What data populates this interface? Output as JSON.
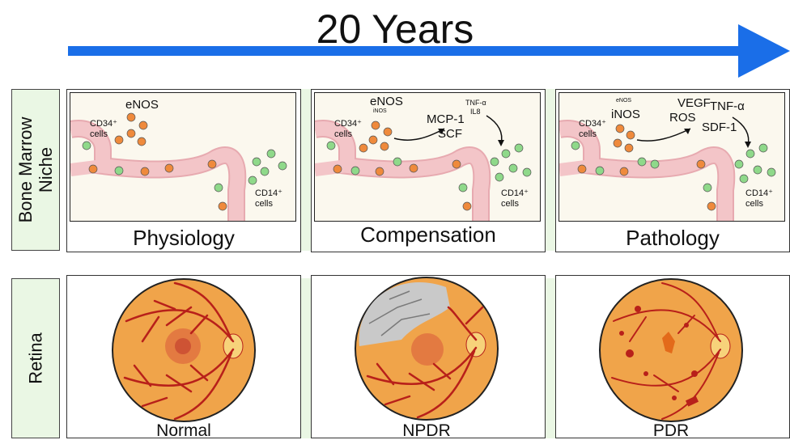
{
  "header": {
    "title": "20 Years"
  },
  "sidebar": {
    "top_label": "Bone Marrow\nNiche",
    "bottom_label": "Retina"
  },
  "labels": {
    "cd34": "CD34⁺\ncells",
    "cd14": "CD14⁺\ncells",
    "enos": "eNOS",
    "inos": "iNOS",
    "mcp1": "MCP-1",
    "scf": "SCF",
    "tnfa": "TNF-α",
    "il8": "IL8",
    "vegf": "VEGF",
    "ros": "ROS",
    "sdf1": "SDF-1"
  },
  "stages": [
    {
      "name": "Physiology",
      "retina": "Normal"
    },
    {
      "name": "Compensation",
      "retina": "NPDR"
    },
    {
      "name": "Pathology",
      "retina": "PDR"
    }
  ],
  "colors": {
    "arrow": "#1a6ee8",
    "vessel": "#f3c5c8",
    "orange_cell": "#ef8a3c",
    "green_cell": "#8fd98a",
    "fundus": "#f0a44a",
    "fundus_vessel": "#b8201a",
    "ischemia": "#c9c9c9"
  }
}
